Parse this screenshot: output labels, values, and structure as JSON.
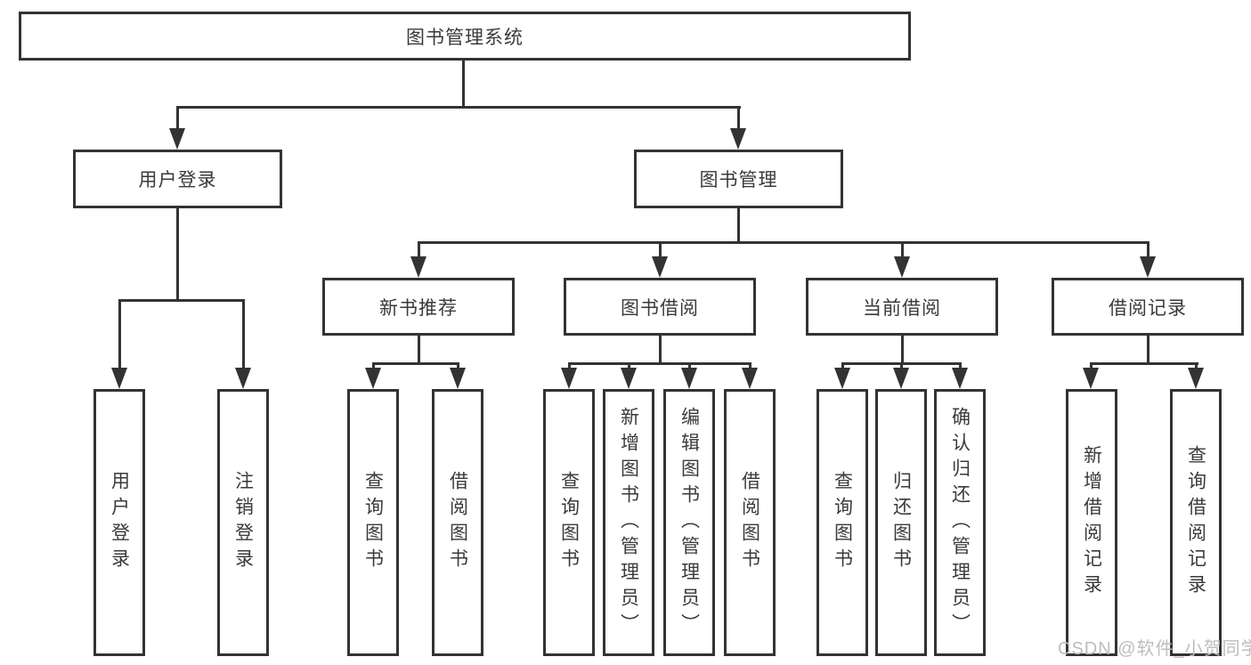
{
  "root": {
    "label": "图书管理系统"
  },
  "user_branch": {
    "label": "用户登录",
    "children": [
      {
        "label": "用户登录"
      },
      {
        "label": "注销登录"
      }
    ]
  },
  "book_branch": {
    "label": "图书管理",
    "sections": [
      {
        "label": "新书推荐",
        "children": [
          {
            "label": "查询图书"
          },
          {
            "label": "借阅图书"
          }
        ]
      },
      {
        "label": "图书借阅",
        "children": [
          {
            "label": "查询图书"
          },
          {
            "label": "新增图书（管理员）"
          },
          {
            "label": "编辑图书（管理员）"
          },
          {
            "label": "借阅图书"
          }
        ]
      },
      {
        "label": "当前借阅",
        "children": [
          {
            "label": "查询图书"
          },
          {
            "label": "归还图书"
          },
          {
            "label": "确认归还（管理员）"
          }
        ]
      },
      {
        "label": "借阅记录",
        "children": [
          {
            "label": "新增借阅记录"
          },
          {
            "label": "查询借阅记录"
          }
        ]
      }
    ]
  },
  "watermark": {
    "text": "CSDN @软件_小贺同学"
  },
  "colors": {
    "line": "#333333",
    "text": "#3a3a3a",
    "watermark": "#bdbdbd",
    "background": "#ffffff"
  }
}
